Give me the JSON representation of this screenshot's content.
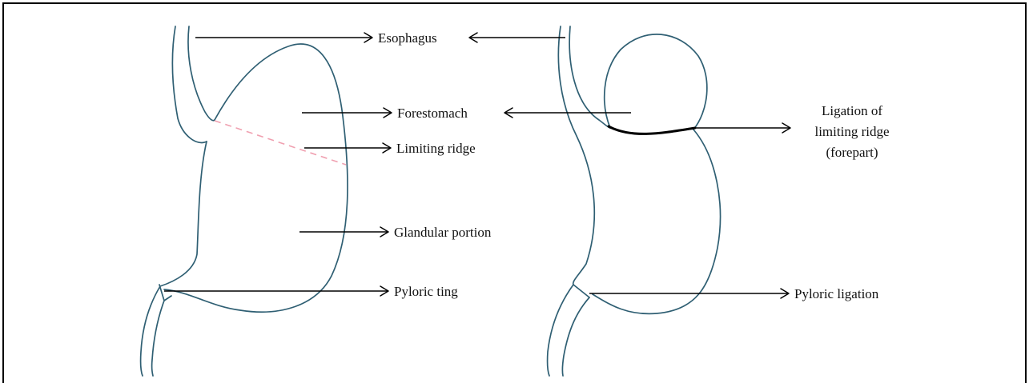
{
  "labels": {
    "esophagus": "Esophagus",
    "forestomach": "Forestomach",
    "limiting_ridge": "Limiting ridge",
    "glandular_portion": "Glandular portion",
    "pyloric_ting": "Pyloric ting",
    "ligation_line1": "Ligation of",
    "ligation_line2": "limiting ridge",
    "ligation_line3": "(forepart)",
    "pyloric_ligation": "Pyloric ligation"
  },
  "colors": {
    "outline": "#2f5f73",
    "limiting_ridge_dash": "#f0a0b0",
    "ligature": "#000000",
    "text": "#111111"
  }
}
